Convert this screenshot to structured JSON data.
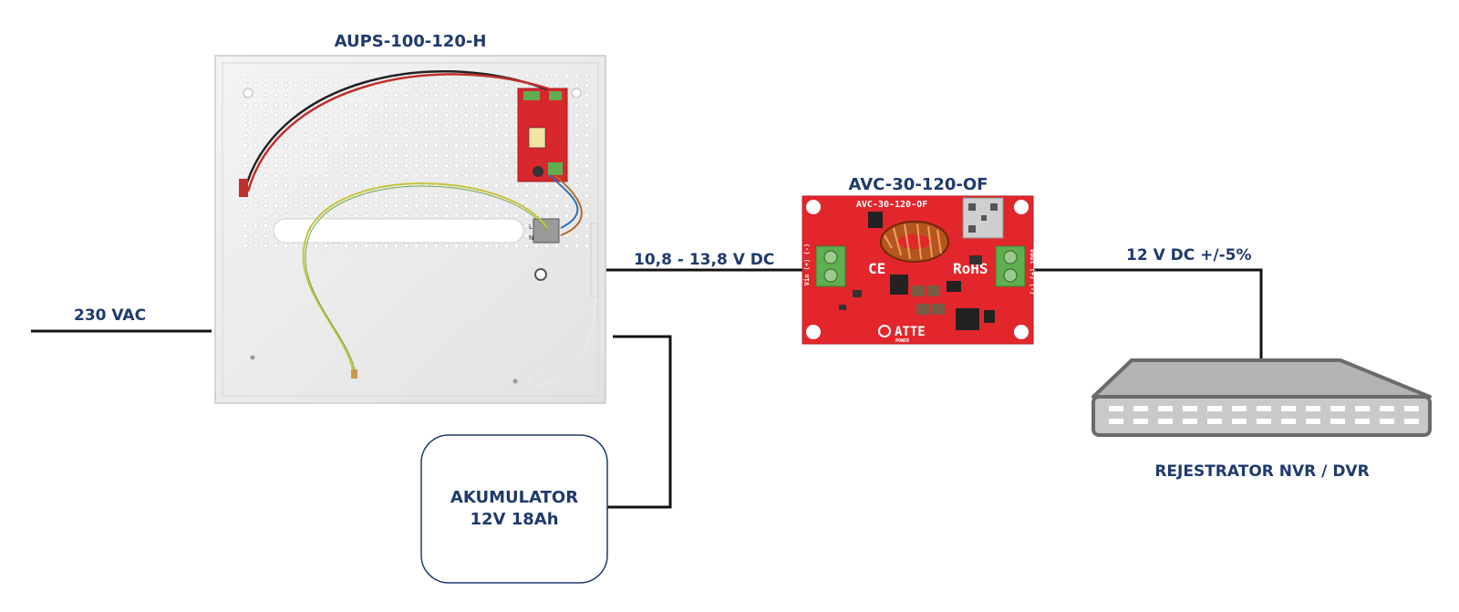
{
  "labels": {
    "psu_title": "AUPS-100-120-H",
    "converter_title": "AVC-30-120-OF",
    "ac_input": "230 VAC",
    "dc_input": "10,8 - 13,8 V DC",
    "dc_output": "12 V DC +/-5%",
    "battery_line1": "AKUMULATOR",
    "battery_line2": "12V 18Ah",
    "recorder": "REJESTRATOR NVR / DVR"
  },
  "pcb": {
    "silkscreen": "AVC-30-120-OF",
    "rohs": "RoHS",
    "ce": "CE",
    "brand": "ATTE",
    "brand_sub": "POWER",
    "vin": "Vin (+)  (-)",
    "vout": "Vout (+)  (-)"
  },
  "psu_pcb": {
    "terminal_l": "L",
    "terminal_n": "N"
  },
  "colors": {
    "label": "#1f3a6e",
    "wire": "#111111",
    "pcb_red": "#e3262c",
    "terminal_green": "#5fae4f",
    "enclosure": "#eeeeee",
    "recorder_body": "#b5b5b5"
  }
}
